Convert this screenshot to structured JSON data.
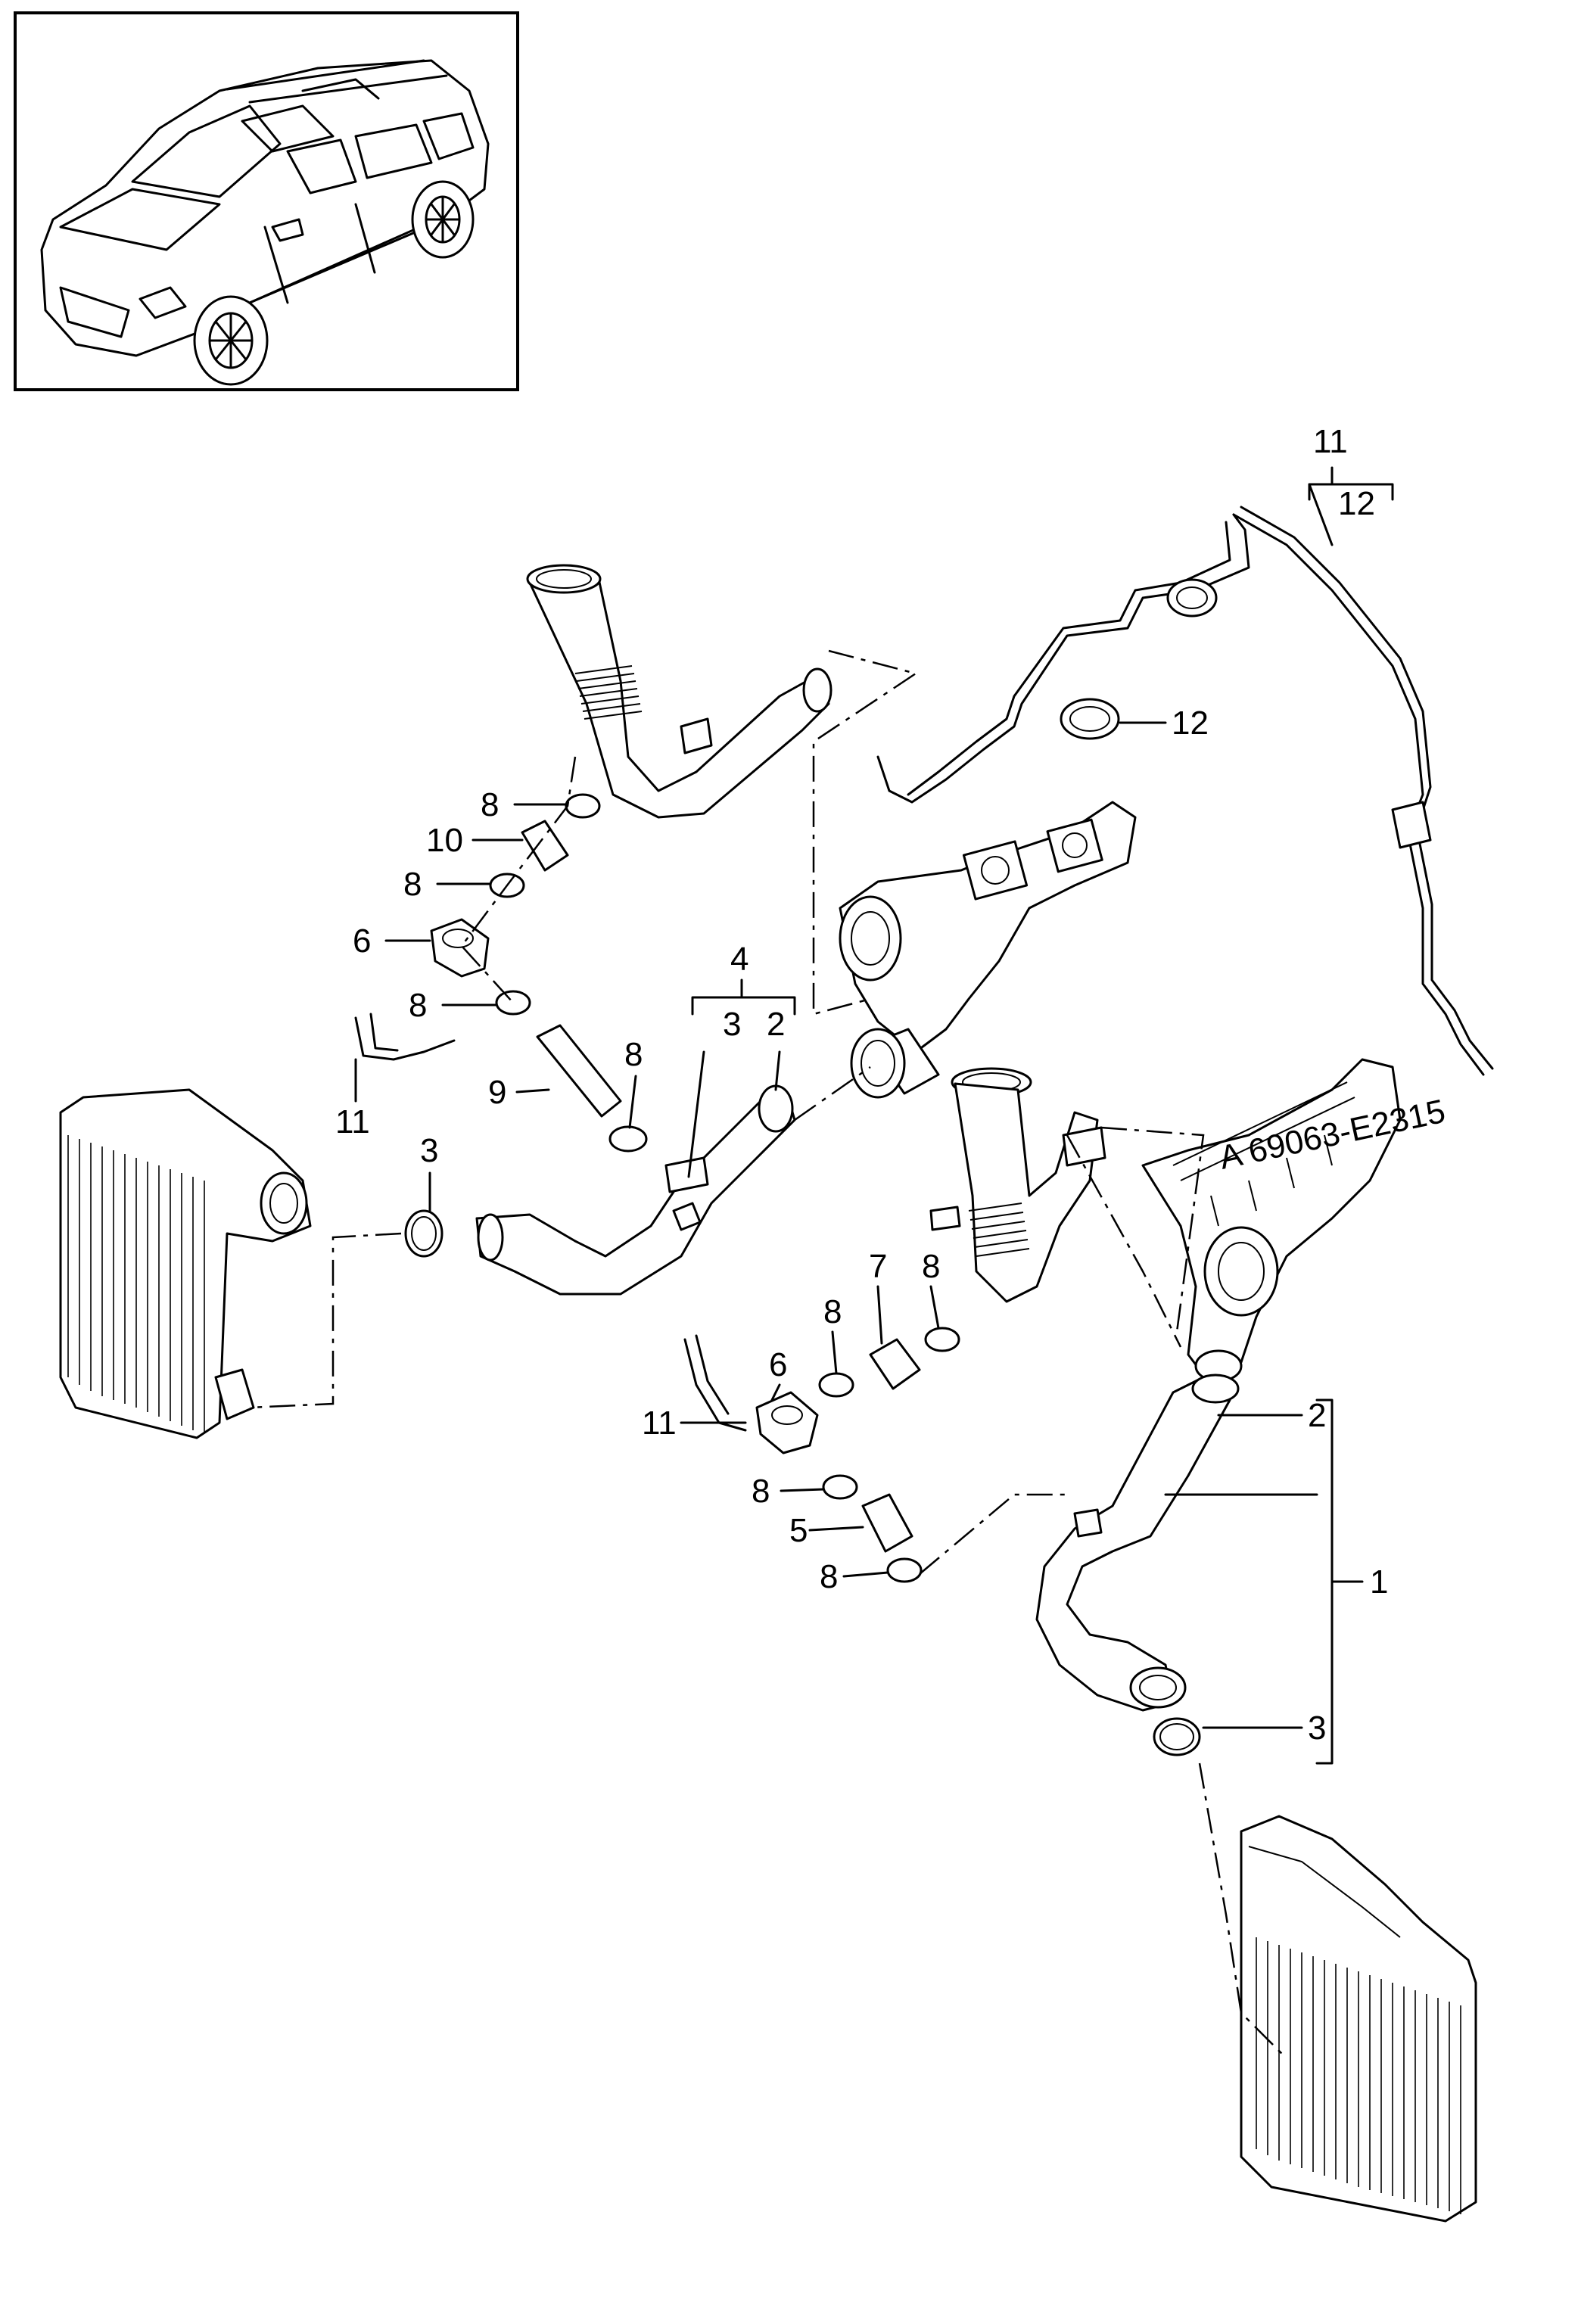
{
  "callouts": {
    "c1": "1",
    "c2a": "2",
    "c2b": "2",
    "c3a": "3",
    "c3b": "3",
    "c3c": "3",
    "c4": "4",
    "c5": "5",
    "c6a": "6",
    "c6b": "6",
    "c7": "7",
    "c8a": "8",
    "c8b": "8",
    "c8c": "8",
    "c8d": "8",
    "c8e": "8",
    "c8f": "8",
    "c8g": "8",
    "c8h": "8",
    "c9": "9",
    "c10": "10",
    "c11a": "11",
    "c11b": "11",
    "c11c": "11",
    "c12a": "12",
    "c12b": "12"
  },
  "marking": "A 69063-E2315"
}
